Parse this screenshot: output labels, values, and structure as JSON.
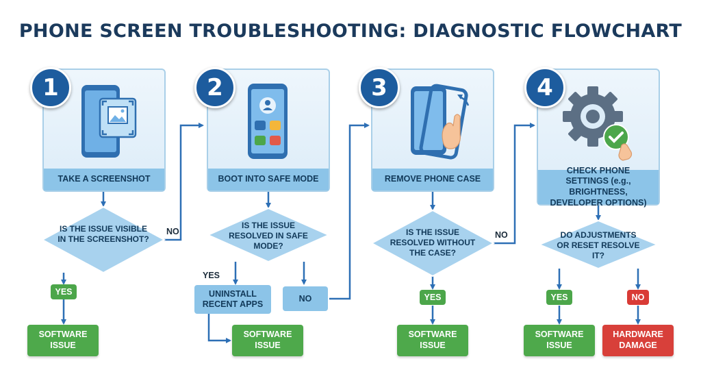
{
  "title": "PHONE SCREEN TROUBLESHOOTING: DIAGNOSTIC FLOWCHART",
  "colors": {
    "navy": "#1d5c9e",
    "light_blue": "#8cc4e8",
    "green": "#4ea94b",
    "red": "#d8403a",
    "connector": "#2d6fb5"
  },
  "steps": [
    {
      "number": "1",
      "label": "TAKE A SCREENSHOT",
      "icon": "screenshot-phone-icon",
      "question": "IS THE ISSUE VISIBLE IN THE SCREENSHOT?",
      "yes": "YES",
      "no": "NO",
      "result": "SOFTWARE ISSUE"
    },
    {
      "number": "2",
      "label": "BOOT INTO SAFE MODE",
      "icon": "safe-mode-phone-icon",
      "question": "IS THE ISSUE RESOLVED IN SAFE MODE?",
      "yes": "YES",
      "no": "NO",
      "yes_action": "UNINSTALL RECENT APPS",
      "result": "SOFTWARE ISSUE"
    },
    {
      "number": "3",
      "label": "REMOVE PHONE CASE",
      "icon": "phone-case-removal-icon",
      "question": "IS THE ISSUE RESOLVED WITHOUT THE CASE?",
      "yes": "YES",
      "no": "NO",
      "result": "SOFTWARE ISSUE"
    },
    {
      "number": "4",
      "label": "CHECK PHONE SETTINGS (e.g., BRIGHTNESS, DEVELOPER OPTIONS)",
      "icon": "settings-gear-icon",
      "question": "DO ADJUSTMENTS OR RESET RESOLVE IT?",
      "yes": "YES",
      "no": "NO",
      "result_yes": "SOFTWARE ISSUE",
      "result_no": "HARDWARE DAMAGE"
    }
  ]
}
